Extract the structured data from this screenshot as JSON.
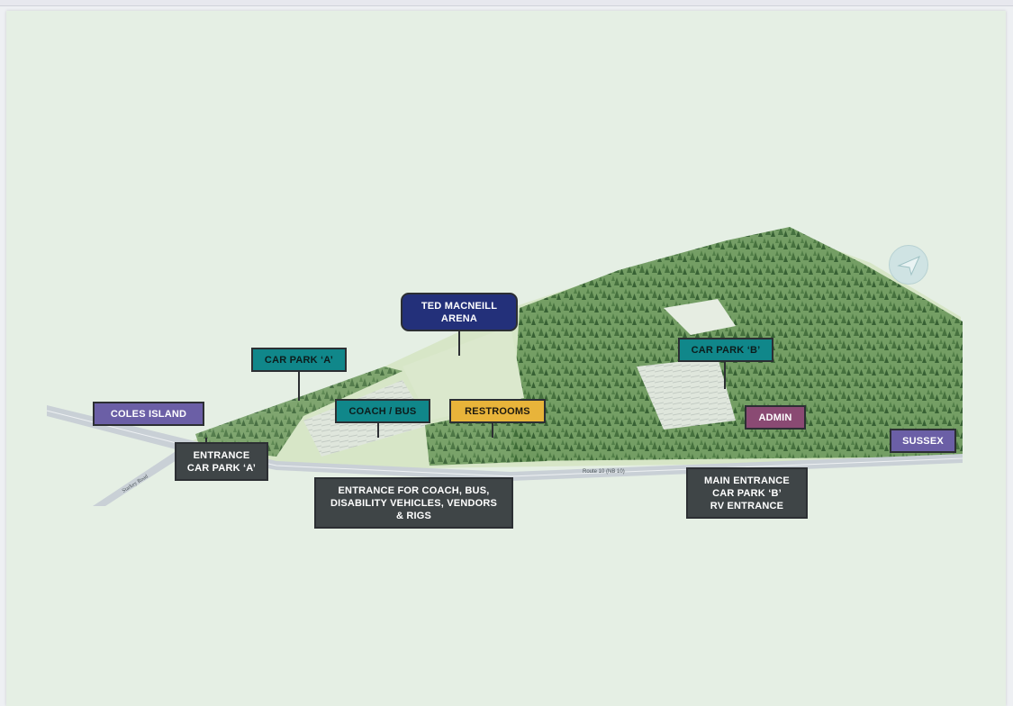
{
  "map": {
    "road_name": "Route 10 (NB 10)",
    "side_road_name": "Starkey Road",
    "labels": {
      "coles_island": "COLES ISLAND",
      "entrance_car_park_a": "ENTRANCE\nCAR PARK ‘A’",
      "car_park_a": "CAR PARK ‘A’",
      "ted_macneill_arena": "TED MACNEILL\nARENA",
      "coach_bus": "COACH / BUS",
      "restrooms": "RESTROOMS",
      "entrance_coach": "ENTRANCE FOR COACH, BUS,\nDISABILITY VEHICLES, VENDORS\n& RIGS",
      "car_park_b": "CAR PARK ‘B’",
      "admin": "ADMIN",
      "main_entrance": "MAIN ENTRANCE\nCAR PARK ‘B’\nRV ENTRANCE",
      "sussex": "SUSSEX"
    },
    "icons": [
      "compass-icon"
    ],
    "colors": {
      "purple": "#6b5fa6",
      "teal": "#10878a",
      "yellow": "#e8b43a",
      "navy": "#23307a",
      "plum": "#8a4a73",
      "dark": "#3f4547",
      "forest": "#4f7a45",
      "field": "#d7e6c7"
    }
  }
}
